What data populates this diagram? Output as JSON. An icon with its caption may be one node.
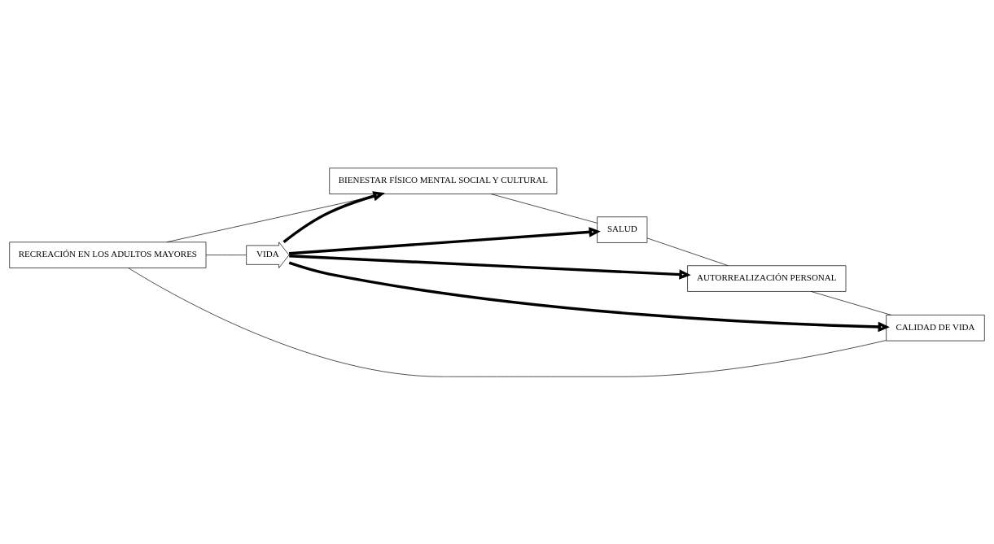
{
  "diagram": {
    "nodes": [
      {
        "text": [
          "RECREACIÓN EN LOS ADULTOS MAYORES"
        ]
      },
      {
        "text": [
          "BIENESTAR FÍSICO MENTAL SOCIAL Y CULTURAL"
        ]
      },
      {
        "text": [
          "SALUD"
        ]
      },
      {
        "text": [
          "AUTORREALIZACIÓN PERSONAL"
        ]
      },
      {
        "text": [
          "CALIDAD DE VIDA"
        ]
      },
      {
        "text": [
          "VIDA"
        ]
      }
    ],
    "edges": [
      {
        "from": 0,
        "to": 1,
        "arrow": "none"
      },
      {
        "from": 1,
        "to": 2,
        "arrow": "none"
      },
      {
        "from": 2,
        "to": 3,
        "arrow": "none"
      },
      {
        "from": 3,
        "to": 4,
        "arrow": "none"
      },
      {
        "from": 4,
        "to": 0,
        "arrow": "none"
      },
      {
        "from": 0,
        "to": 5,
        "arrow": "none"
      },
      {
        "from": 5,
        "to": 1,
        "arrow": "to",
        "style": "thick"
      },
      {
        "from": 5,
        "to": 2,
        "arrow": "to",
        "style": "thick"
      },
      {
        "from": 5,
        "to": 3,
        "arrow": "to",
        "style": "thick"
      },
      {
        "from": 5,
        "to": 4,
        "arrow": "to",
        "style": "thick"
      }
    ]
  }
}
